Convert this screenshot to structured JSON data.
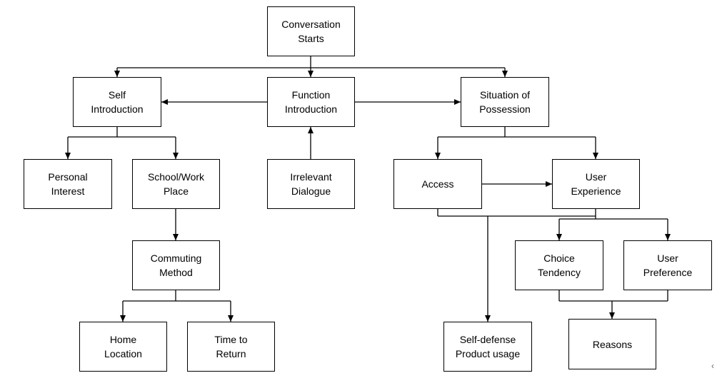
{
  "diagram": {
    "type": "flowchart",
    "line_color": "#000000",
    "box_border_color": "#000000",
    "box_fill": "#ffffff",
    "nodes": {
      "conversation_starts": "Conversation\nStarts",
      "self_introduction": "Self\nIntroduction",
      "function_introduction": "Function\nIntroduction",
      "situation_of_possession": "Situation of\nPossession",
      "personal_interest": "Personal\nInterest",
      "school_work_place": "School/Work\nPlace",
      "irrelevant_dialogue": "Irrelevant\nDialogue",
      "access": "Access",
      "user_experience": "User\nExperience",
      "commuting_method": "Commuting\nMethod",
      "choice_tendency": "Choice\nTendency",
      "user_preference": "User\nPreference",
      "home_location": "Home\nLocation",
      "time_to_return": "Time to\nReturn",
      "self_defense_product_usage": "Self-defense\nProduct usage",
      "reasons": "Reasons"
    },
    "edges": [
      {
        "from": "conversation_starts",
        "to": "self_introduction"
      },
      {
        "from": "conversation_starts",
        "to": "function_introduction"
      },
      {
        "from": "conversation_starts",
        "to": "situation_of_possession"
      },
      {
        "from": "function_introduction",
        "to": "self_introduction"
      },
      {
        "from": "function_introduction",
        "to": "situation_of_possession"
      },
      {
        "from": "irrelevant_dialogue",
        "to": "function_introduction"
      },
      {
        "from": "self_introduction",
        "to": "personal_interest"
      },
      {
        "from": "self_introduction",
        "to": "school_work_place"
      },
      {
        "from": "school_work_place",
        "to": "commuting_method"
      },
      {
        "from": "commuting_method",
        "to": "home_location"
      },
      {
        "from": "commuting_method",
        "to": "time_to_return"
      },
      {
        "from": "situation_of_possession",
        "to": "access"
      },
      {
        "from": "situation_of_possession",
        "to": "user_experience"
      },
      {
        "from": "access",
        "to": "user_experience"
      },
      {
        "from": "access",
        "to": "self_defense_product_usage"
      },
      {
        "from": "user_experience",
        "to": "self_defense_product_usage"
      },
      {
        "from": "user_experience",
        "to": "choice_tendency"
      },
      {
        "from": "user_experience",
        "to": "user_preference"
      },
      {
        "from": "choice_tendency",
        "to": "reasons"
      },
      {
        "from": "user_preference",
        "to": "reasons"
      }
    ]
  }
}
